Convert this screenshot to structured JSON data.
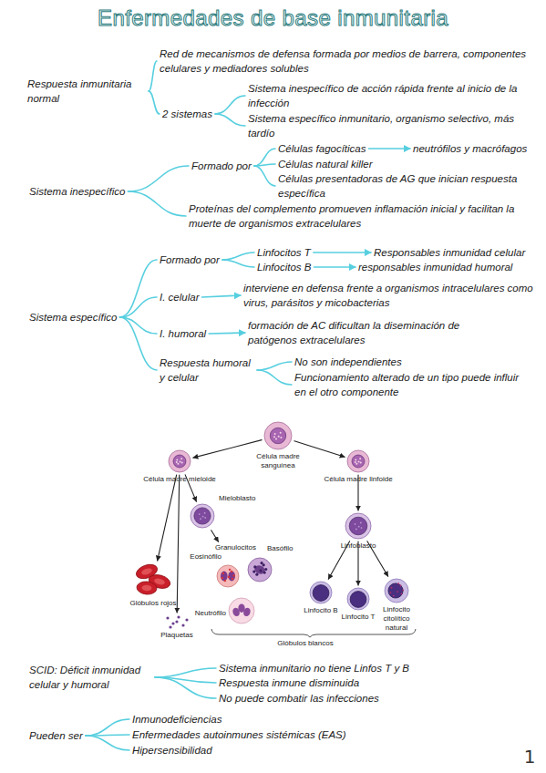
{
  "diagram": {
    "title": "Enfermedades de base inmunitaria",
    "nodes": [
      {
        "text": [
          "Respuesta inmunitaria normal"
        ]
      },
      {
        "text": [
          "Red de mecanismos de defensa formada por medios de barrera, componentes celulares y mediadores solubles"
        ]
      },
      {
        "text": [
          "2 sistemas"
        ]
      },
      {
        "text": [
          "Sistema inespecífico de acción rápida frente al inicio de la infección"
        ]
      },
      {
        "text": [
          "Sistema específico inmunitario, organismo selectivo, más tardío"
        ]
      },
      {
        "text": [
          "Sistema inespecífico"
        ]
      },
      {
        "text": [
          "Formado por"
        ]
      },
      {
        "text": [
          "Células fagocíticas"
        ]
      },
      {
        "text": [
          "neutrófilos y macrófagos"
        ]
      },
      {
        "text": [
          "Células natural killer"
        ]
      },
      {
        "text": [
          "Células presentadoras de AG que inician respuesta específica"
        ]
      },
      {
        "text": [
          "Proteínas del complemento promueven inflamación inicial y facilitan la muerte de organismos extracelulares"
        ]
      },
      {
        "text": [
          "Sistema específico"
        ]
      },
      {
        "text": [
          "Formado por"
        ]
      },
      {
        "text": [
          "Linfocitos T"
        ]
      },
      {
        "text": [
          "Responsables inmunidad celular"
        ]
      },
      {
        "text": [
          "Linfocitos B"
        ]
      },
      {
        "text": [
          "responsables inmunidad humoral"
        ]
      },
      {
        "text": [
          "I. celular"
        ]
      },
      {
        "text": [
          "interviene en defensa frente a organismos intracelulares como virus, parásitos y micobacterias"
        ]
      },
      {
        "text": [
          "I. humoral"
        ]
      },
      {
        "text": [
          "formación de AC dificultan la diseminación de patógenos extracelulares"
        ]
      },
      {
        "text": [
          "Respuesta humoral y celular"
        ]
      },
      {
        "text": [
          "No son independientes"
        ]
      },
      {
        "text": [
          "Funcionamiento alterado de un tipo puede influir en el otro componente"
        ]
      },
      {
        "text": [
          "Célula madre sanguínea"
        ]
      },
      {
        "text": [
          "Célula madre mieloide"
        ]
      },
      {
        "text": [
          "Célula madre linfoide"
        ]
      },
      {
        "text": [
          "Glóbulos rojos"
        ]
      },
      {
        "text": [
          "Plaquetas"
        ]
      },
      {
        "text": [
          "Mieloblasto"
        ]
      },
      {
        "text": [
          "Granulocitos"
        ]
      },
      {
        "text": [
          "Eosinófilo"
        ],
        "in": 31
      },
      {
        "text": [
          "Basófilo"
        ],
        "in": 31
      },
      {
        "text": [
          "Neutrófilo"
        ],
        "in": 31
      },
      {
        "text": [
          "Linfoblasto"
        ]
      },
      {
        "text": [
          "Linfocito B"
        ]
      },
      {
        "text": [
          "Linfocito T"
        ]
      },
      {
        "text": [
          "Linfocito citolítico natural"
        ]
      },
      {
        "text": [
          "SCID: Déficit inmunidad celular y humoral"
        ]
      },
      {
        "text": [
          "Sistema inmunitario no tiene Linfos T y B"
        ]
      },
      {
        "text": [
          "Respuesta inmune disminuida"
        ]
      },
      {
        "text": [
          "No puede combatir las infecciones"
        ]
      },
      {
        "text": [
          "Pueden ser"
        ]
      },
      {
        "text": [
          "Inmunodeficiencias"
        ]
      },
      {
        "text": [
          "Enfermedades autoinmunes sistémicas (EAS)"
        ]
      },
      {
        "text": [
          "Hipersensibilidad"
        ]
      }
    ],
    "edges": [
      {
        "from": 0,
        "to": 1,
        "arrow": "none"
      },
      {
        "from": 0,
        "to": 2,
        "arrow": "none"
      },
      {
        "from": 2,
        "to": 3,
        "arrow": "none"
      },
      {
        "from": 2,
        "to": 4,
        "arrow": "none"
      },
      {
        "from": 5,
        "to": 6,
        "arrow": "none"
      },
      {
        "from": 5,
        "to": 11,
        "arrow": "none"
      },
      {
        "from": 6,
        "to": 7,
        "arrow": "none"
      },
      {
        "from": 6,
        "to": 9,
        "arrow": "none"
      },
      {
        "from": 6,
        "to": 10,
        "arrow": "none"
      },
      {
        "from": 7,
        "to": 8,
        "arrow": "to"
      },
      {
        "from": 12,
        "to": 13,
        "arrow": "none"
      },
      {
        "from": 12,
        "to": 18,
        "arrow": "none"
      },
      {
        "from": 12,
        "to": 20,
        "arrow": "none"
      },
      {
        "from": 12,
        "to": 22,
        "arrow": "none"
      },
      {
        "from": 13,
        "to": 14,
        "arrow": "none"
      },
      {
        "from": 13,
        "to": 16,
        "arrow": "none"
      },
      {
        "from": 14,
        "to": 15,
        "arrow": "to"
      },
      {
        "from": 16,
        "to": 17,
        "arrow": "to"
      },
      {
        "from": 18,
        "to": 19,
        "arrow": "to"
      },
      {
        "from": 20,
        "to": 21,
        "arrow": "to"
      },
      {
        "from": 22,
        "to": 23,
        "arrow": "none"
      },
      {
        "from": 22,
        "to": 24,
        "arrow": "none"
      },
      {
        "from": 25,
        "to": 26,
        "arrow": "to"
      },
      {
        "from": 25,
        "to": 27,
        "arrow": "to"
      },
      {
        "from": 26,
        "to": 28,
        "arrow": "to"
      },
      {
        "from": 26,
        "to": 29,
        "arrow": "to"
      },
      {
        "from": 26,
        "to": 30,
        "arrow": "to"
      },
      {
        "from": 30,
        "to": 31,
        "arrow": "to"
      },
      {
        "from": 27,
        "to": 35,
        "arrow": "to"
      },
      {
        "from": 35,
        "to": 36,
        "arrow": "to"
      },
      {
        "from": 35,
        "to": 37,
        "arrow": "to"
      },
      {
        "from": 35,
        "to": 38,
        "arrow": "to"
      },
      {
        "from": 39,
        "to": 40,
        "arrow": "none"
      },
      {
        "from": 39,
        "to": 41,
        "arrow": "none"
      },
      {
        "from": 39,
        "to": 42,
        "arrow": "none"
      },
      {
        "from": 43,
        "to": 44,
        "arrow": "none"
      },
      {
        "from": 43,
        "to": 45,
        "arrow": "none"
      },
      {
        "from": 43,
        "to": 46,
        "arrow": "none"
      }
    ],
    "labels": [
      "Glóbulos blancos",
      "1"
    ]
  }
}
